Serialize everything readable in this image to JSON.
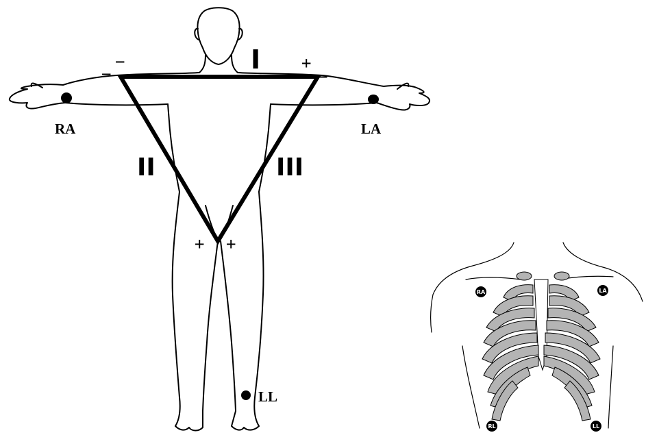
{
  "leads": {
    "one": "I",
    "two": "II",
    "three": "III"
  },
  "polarity": {
    "minus": "−",
    "plus": "+"
  },
  "electrodes": {
    "ra": "RA",
    "la": "LA",
    "ll": "LL"
  },
  "chest_electrodes": {
    "ra": "RA",
    "la": "LA",
    "rl": "RL",
    "ll": "LL"
  },
  "colors": {
    "ink": "#000000",
    "rib": "#b4b4b4",
    "background": "#ffffff"
  }
}
